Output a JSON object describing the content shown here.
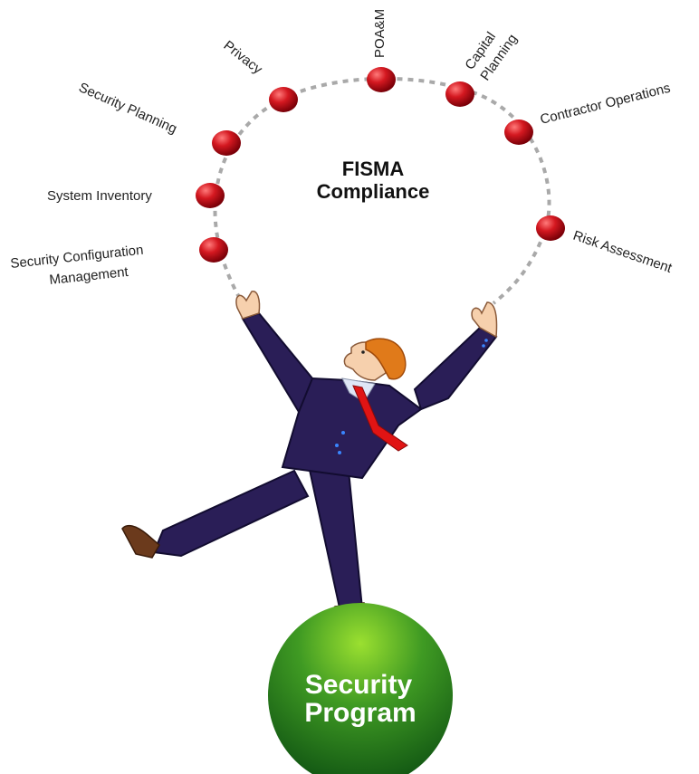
{
  "center_title": [
    "FISMA",
    "Compliance"
  ],
  "ball_label": [
    "Security",
    "Program"
  ],
  "colors": {
    "node": "#c4101a",
    "node_highlight": "#ff6a6a",
    "ring": "#a9a9a9",
    "suit": "#2a1e57",
    "tie": "#e01414",
    "hair": "#e07a1a",
    "skin": "#f6d0ad",
    "shoe": "#6b3a1c",
    "ball_light": "#8fd42a",
    "ball_dark": "#1e6e1e"
  },
  "labels": {
    "privacy": "Privacy",
    "poam": "POA&M",
    "capital": [
      "Capital",
      "Planning"
    ],
    "contractor": "Contractor Operations",
    "security_planning": "Security Planning",
    "system_inventory": "System Inventory",
    "scm": [
      "Security Configuration",
      "Management"
    ],
    "risk": "Risk Assessment"
  }
}
